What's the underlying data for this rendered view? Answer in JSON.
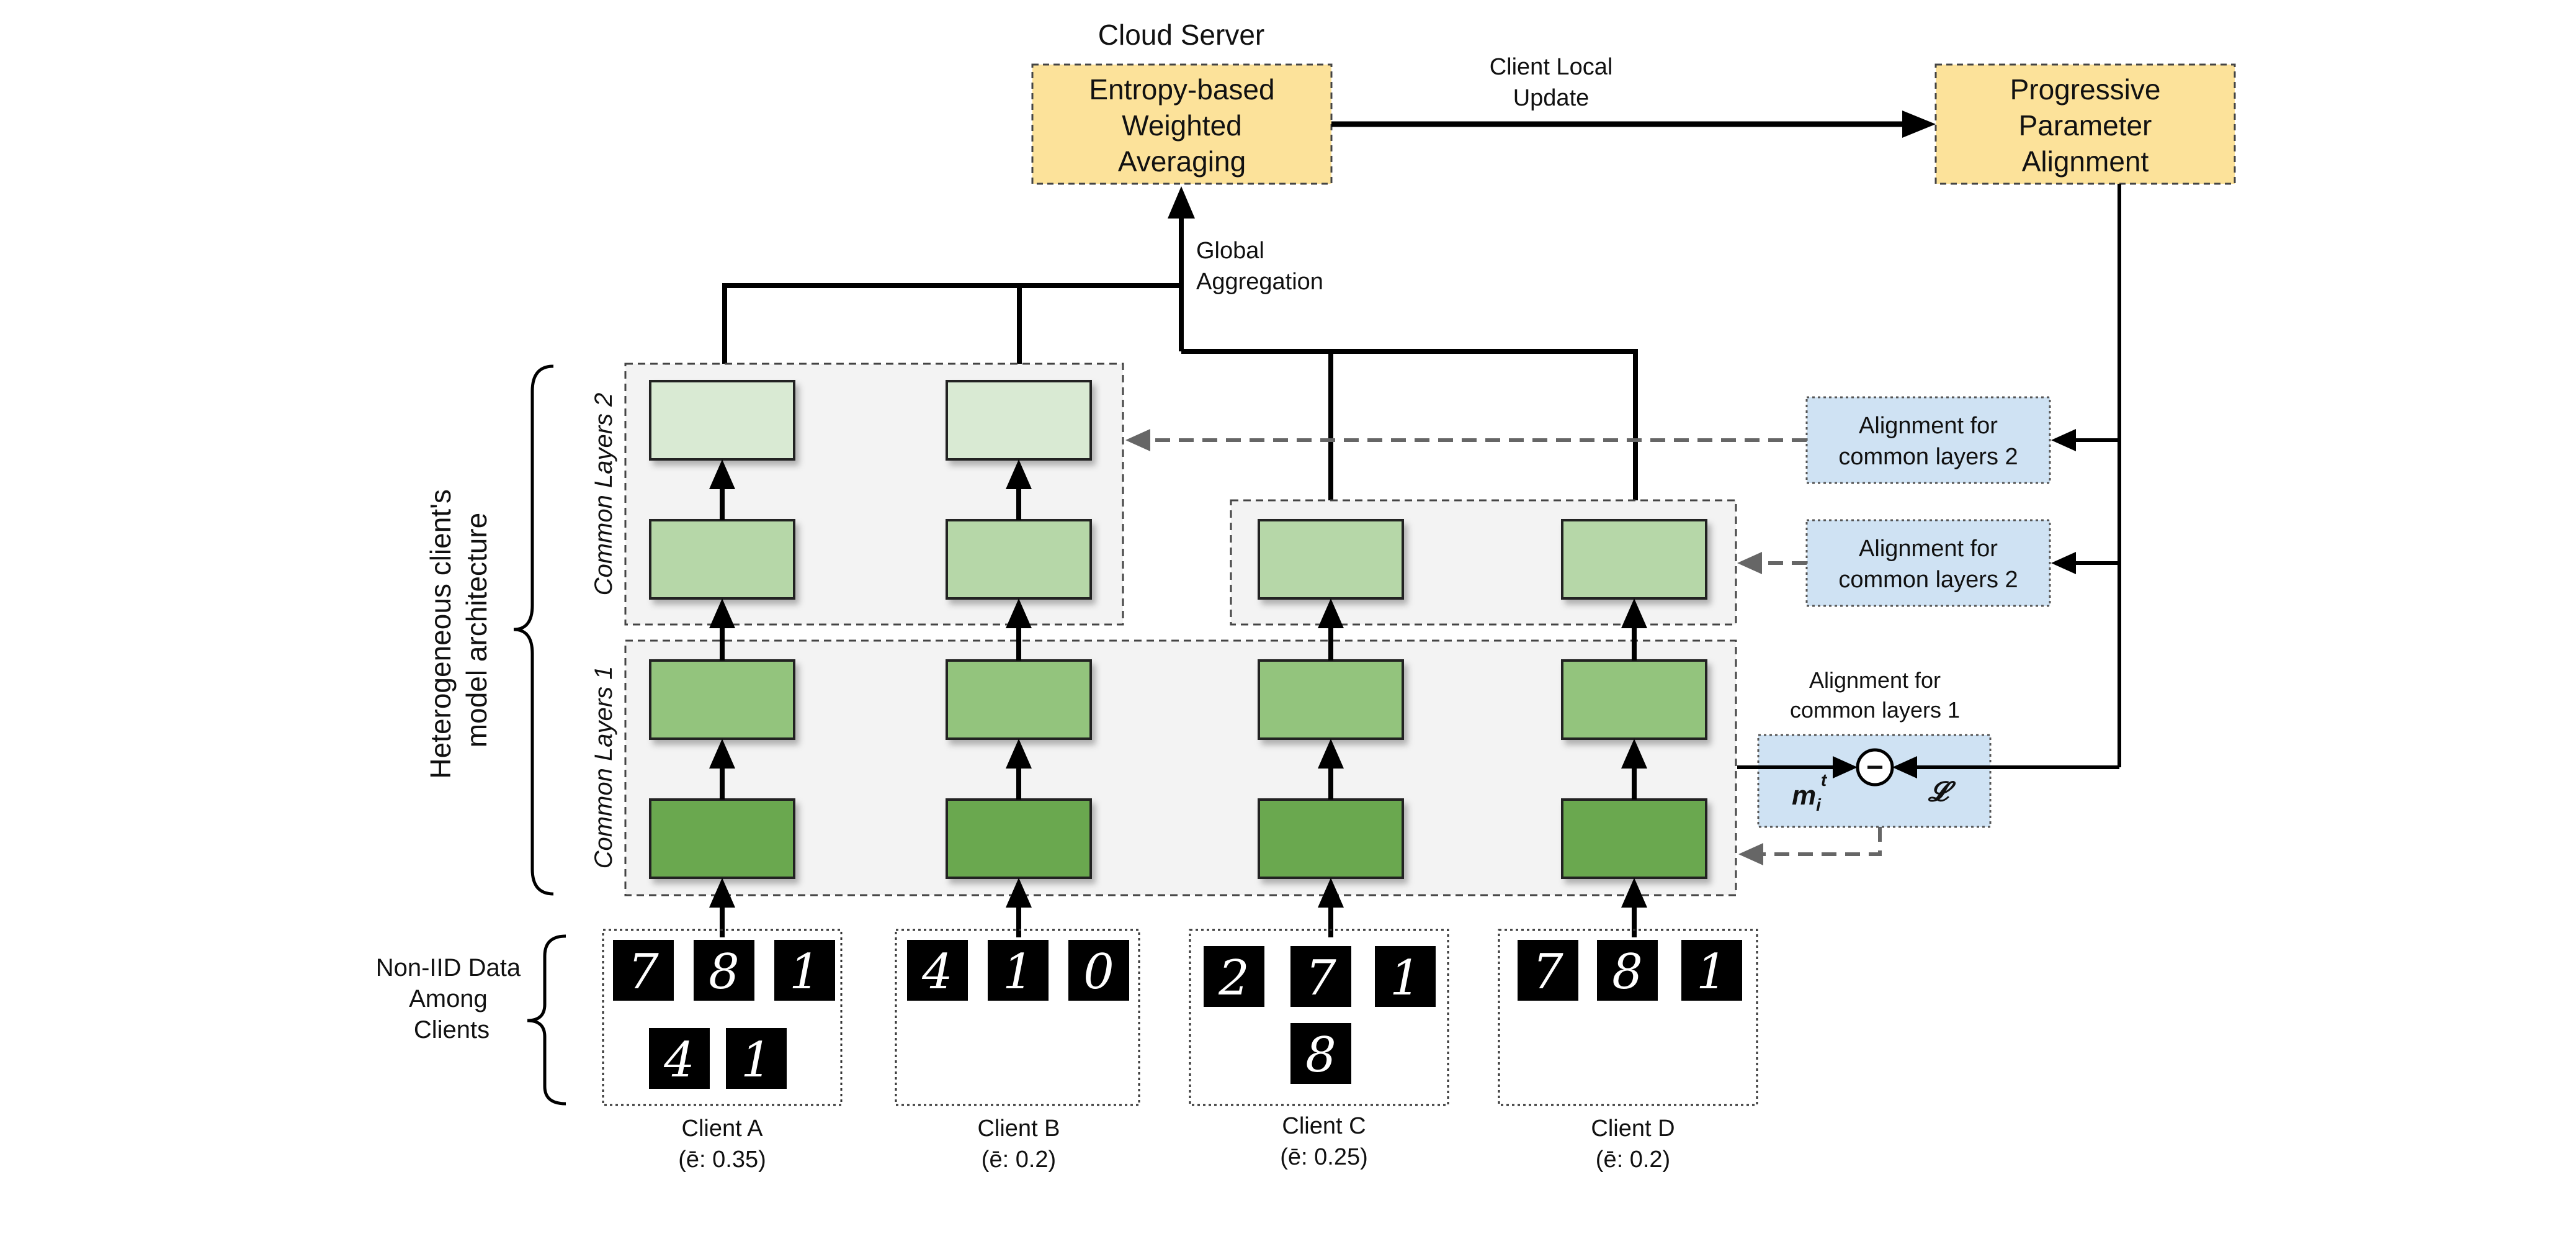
{
  "colors": {
    "server_fill": "#fce29a",
    "align_fill": "#cfe2f3",
    "layer_dark": "#6aa84f",
    "layer_mid": "#93c47d",
    "layer_light": "#b6d7a8",
    "layer_lightest": "#d9ead3",
    "group_fill": "#f3f3f3"
  },
  "server": {
    "title": "Cloud Server",
    "ewa": [
      "Entropy-based",
      "Weighted",
      "Averaging"
    ],
    "ppa": [
      "Progressive",
      "Parameter",
      "Alignment"
    ]
  },
  "edges": {
    "client_local_update": [
      "Client Local",
      "Update"
    ],
    "global_aggregation": [
      "Global",
      "Aggregation"
    ]
  },
  "groups": {
    "common_layers_1": "Common Layers 1",
    "common_layers_2": "Common Layers 2"
  },
  "brace_label": [
    "Heterogeneous client's",
    "model architecture"
  ],
  "data_label": [
    "Non-IID Data",
    "Among",
    "Clients"
  ],
  "alignment": {
    "cl2_top": [
      "Alignment for",
      "common layers 2"
    ],
    "cl2_mid": [
      "Alignment for",
      "common layers 2"
    ],
    "cl1_title": [
      "Alignment for",
      "common layers 1"
    ],
    "symbol_m": "m",
    "symbol_sub": "i",
    "symbol_sup": "t",
    "symbol_loss": "𝓛",
    "minus": "−"
  },
  "clients": [
    {
      "name": "Client A",
      "entropy": "(ē: 0.35)",
      "digits_row1": [
        "7",
        "8",
        "1"
      ],
      "digits_row2": [
        "4",
        "1"
      ]
    },
    {
      "name": "Client B",
      "entropy": "(ē: 0.2)",
      "digits_row1": [
        "4",
        "1",
        "0"
      ],
      "digits_row2": []
    },
    {
      "name": "Client C",
      "entropy": "(ē: 0.25)",
      "digits_row1": [
        "2",
        "7",
        "1"
      ],
      "digits_row2": [
        "8"
      ]
    },
    {
      "name": "Client D",
      "entropy": "(ē: 0.2)",
      "digits_row1": [
        "7",
        "8",
        "1"
      ],
      "digits_row2": []
    }
  ]
}
